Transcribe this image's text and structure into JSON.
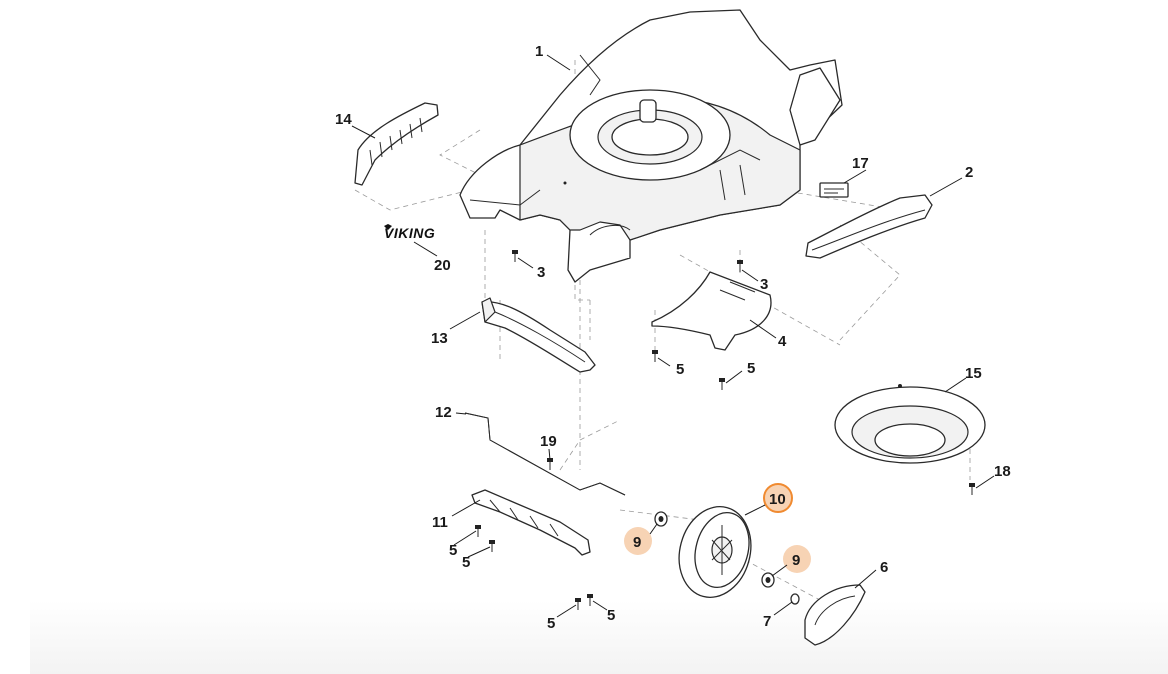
{
  "logo": {
    "text": "VIKING"
  },
  "colors": {
    "highlight_fill": "#f7d3b4",
    "highlight_ring": "#f08a30",
    "line": "#2a2a2a"
  },
  "callouts": [
    {
      "id": "c1",
      "text": "1"
    },
    {
      "id": "c2",
      "text": "2"
    },
    {
      "id": "c3a",
      "text": "3"
    },
    {
      "id": "c3b",
      "text": "3"
    },
    {
      "id": "c4",
      "text": "4"
    },
    {
      "id": "c5a",
      "text": "5"
    },
    {
      "id": "c5b",
      "text": "5"
    },
    {
      "id": "c5c",
      "text": "5"
    },
    {
      "id": "c5d",
      "text": "5"
    },
    {
      "id": "c5e",
      "text": "5"
    },
    {
      "id": "c5f",
      "text": "5"
    },
    {
      "id": "c6",
      "text": "6"
    },
    {
      "id": "c7",
      "text": "7"
    },
    {
      "id": "c9a",
      "text": "9",
      "highlight": "fill"
    },
    {
      "id": "c9b",
      "text": "9",
      "highlight": "fill"
    },
    {
      "id": "c10",
      "text": "10",
      "highlight": "ring"
    },
    {
      "id": "c11",
      "text": "11"
    },
    {
      "id": "c12",
      "text": "12"
    },
    {
      "id": "c13",
      "text": "13"
    },
    {
      "id": "c14",
      "text": "14"
    },
    {
      "id": "c15",
      "text": "15"
    },
    {
      "id": "c17",
      "text": "17"
    },
    {
      "id": "c18",
      "text": "18"
    },
    {
      "id": "c19",
      "text": "19"
    },
    {
      "id": "c20",
      "text": "20"
    }
  ]
}
